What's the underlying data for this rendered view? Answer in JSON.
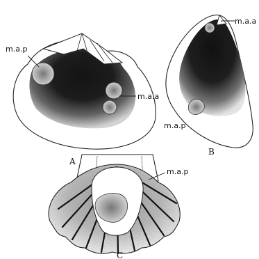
{
  "figure": {
    "panels": [
      {
        "id": "A",
        "label": "A",
        "annotations": [
          "m.a.p",
          "m.a.a"
        ]
      },
      {
        "id": "B",
        "label": "B",
        "annotations": [
          "m.a.a",
          "m.a.p"
        ]
      },
      {
        "id": "C",
        "label": "C",
        "annotations": [
          "m.a.p"
        ]
      }
    ]
  },
  "colors": {
    "ink": "#111111",
    "dark_mass": "#141414",
    "stipple": "#2a2a2a",
    "paper": "#ffffff"
  }
}
